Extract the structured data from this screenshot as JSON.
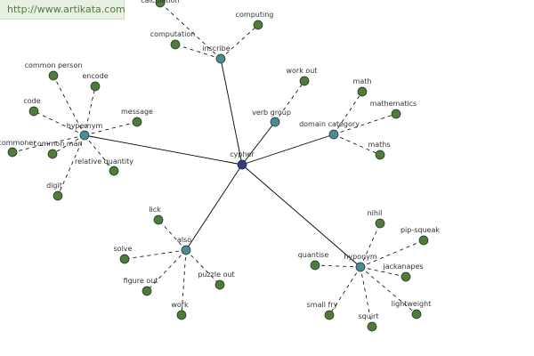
{
  "site_url": "http://www.artikata.com",
  "colors": {
    "center": "#333c8c",
    "category": "#4a8c95",
    "leaf": "#4e7c3a",
    "edge": "#000000",
    "banner_text": "#4f7a3c"
  },
  "graph": {
    "center": {
      "id": "cypher",
      "label": "cypher"
    },
    "categories": [
      {
        "id": "inscribe",
        "label": "inscribe",
        "leaves": [
          {
            "id": "calculation",
            "label": "calculation"
          },
          {
            "id": "computing",
            "label": "computing"
          },
          {
            "id": "computation",
            "label": "computation"
          }
        ]
      },
      {
        "id": "hypernym",
        "label": "hypernym",
        "leaves": [
          {
            "id": "common-person",
            "label": "common person"
          },
          {
            "id": "encode",
            "label": "encode"
          },
          {
            "id": "code",
            "label": "code"
          },
          {
            "id": "message",
            "label": "message"
          },
          {
            "id": "commoner",
            "label": "commoner"
          },
          {
            "id": "common-man",
            "label": "common man"
          },
          {
            "id": "relative-quantity",
            "label": "relative quantity"
          },
          {
            "id": "digit",
            "label": "digit"
          }
        ]
      },
      {
        "id": "verb-group",
        "label": "verb group",
        "leaves": [
          {
            "id": "work-out",
            "label": "work out"
          }
        ]
      },
      {
        "id": "domain-category",
        "label": "domain category",
        "leaves": [
          {
            "id": "math",
            "label": "math"
          },
          {
            "id": "mathematics",
            "label": "mathematics"
          },
          {
            "id": "maths",
            "label": "maths"
          }
        ]
      },
      {
        "id": "also",
        "label": "also",
        "leaves": [
          {
            "id": "lick",
            "label": "lick"
          },
          {
            "id": "solve",
            "label": "solve"
          },
          {
            "id": "figure-out",
            "label": "figure out"
          },
          {
            "id": "puzzle-out",
            "label": "puzzle out"
          },
          {
            "id": "work",
            "label": "work"
          }
        ]
      },
      {
        "id": "hyponym",
        "label": "hyponym",
        "leaves": [
          {
            "id": "nihil",
            "label": "nihil"
          },
          {
            "id": "pip-squeak",
            "label": "pip-squeak"
          },
          {
            "id": "quantise",
            "label": "quantise"
          },
          {
            "id": "jackanapes",
            "label": "jackanapes"
          },
          {
            "id": "small-fry",
            "label": "small fry"
          },
          {
            "id": "lightweight",
            "label": "lightweight"
          },
          {
            "id": "squirt",
            "label": "squirt"
          }
        ]
      }
    ]
  }
}
